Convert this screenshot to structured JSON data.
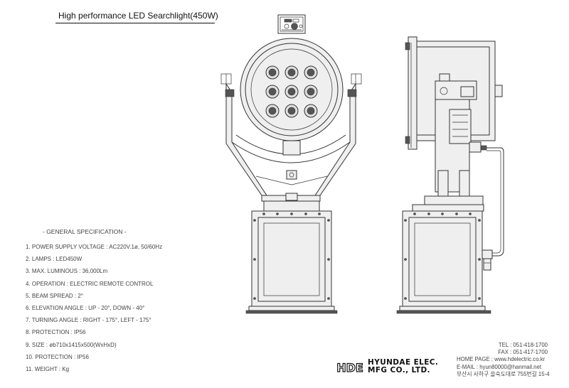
{
  "title": "High performance LED Searchlight(450W)",
  "spec": {
    "heading": "- GENERAL SPECIFICATION -",
    "items": [
      "1. POWER SUPPLY VOLTAGE :  AC220V.1ø, 50/60Hz",
      "2. LAMPS  :   LED450W",
      "3. MAX. LUMINOUS : 36,000Lm",
      "4. OPERATION : ELECTRIC REMOTE CONTROL",
      "5. BEAM SPREAD : 2°",
      "6. ELEVATION ANGLE : UP - 20°, DOWN - 40°",
      "7. TURNING ANGLE : RIGHT - 175°, LEFT - 175°",
      "8. PROTECTION : IP56",
      "9. SIZE :  øb710x1415x500(WxHxD)",
      "10. PROTECTION : IP56",
      "11. WEIGHT :  Kg"
    ]
  },
  "contact": {
    "tel": "TEL : 051-418-1700",
    "fax": "FAX : 051-417-1700",
    "homepage": "HOME PAGE : www.hdelectric.co.kr",
    "email": "E-MAIL : hyun80000@hanmail.net",
    "address": "부산시 사하구 을숙도대로 755번길 15-4"
  },
  "logo": {
    "mark": "HDE",
    "line1": "HYUNDAE ELEC.",
    "line2": "MFG CO., LTD."
  }
}
